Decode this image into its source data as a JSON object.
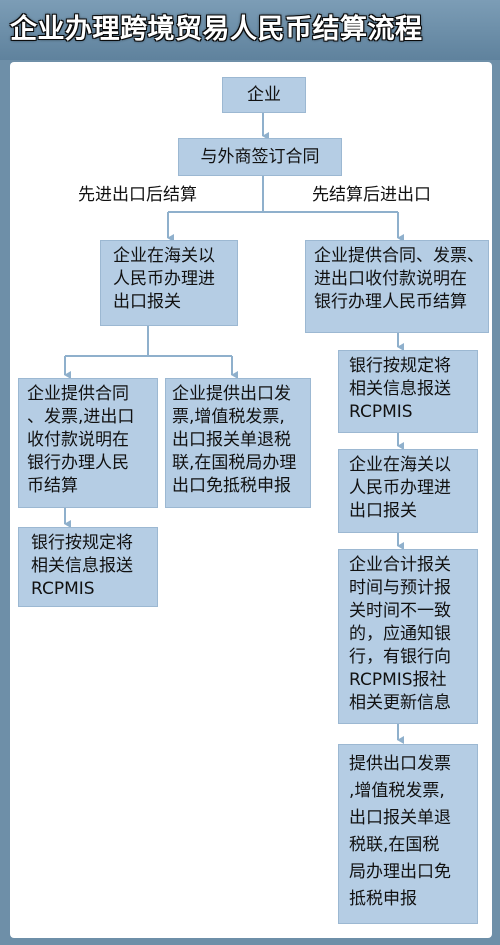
{
  "title": "企业办理跨境贸易人民币结算流程",
  "colors": {
    "box_fill": "#b5cde4",
    "connector": "#8fb0cc",
    "frame": "#6e8fa8"
  },
  "flow": {
    "start": "企业",
    "contract": "与外商签订合同",
    "left_branch": {
      "label": "先进出口后结算",
      "step1": "企业在海关以\n人民币办理进\n出口报关",
      "sub_a": "企业提供合同\n、发票,进出口\n收付款说明在\n银行办理人民\n币结算",
      "sub_a_next": "银行按规定将\n相关信息报送\nRCPMIS",
      "sub_b": "企业提供出口发\n票,增值税发票,\n出口报关单退税\n联,在国税局办理\n出口免抵税申报"
    },
    "right_branch": {
      "label": "先结算后进出口",
      "step1": "企业提供合同、发票、\n进出口收付款说明在\n银行办理人民币结算",
      "step2": "银行按规定将\n相关信息报送\nRCPMIS",
      "step3": "企业在海关以\n人民币办理进\n出口报关",
      "step4": "企业合计报关\n时间与预计报\n关时间不一致\n的，应通知银\n行，有银行向\nRCPMIS报社\n相关更新信息",
      "step5": "提供出口发票\n,增值税发票,\n出口报关单退\n税联,在国税\n局办理出口免\n抵税申报"
    }
  }
}
